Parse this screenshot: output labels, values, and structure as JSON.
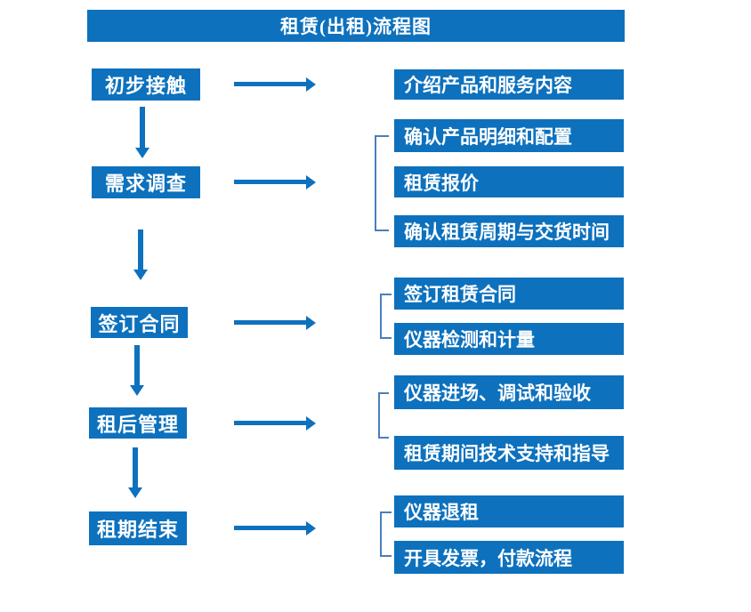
{
  "title": "租赁(出租)流程图",
  "colors": {
    "primary": "#0d71bd",
    "bracket": "#4a7ebc",
    "background": "#ffffff",
    "box_text": "#ffffff"
  },
  "stages": [
    {
      "label": "初步接触",
      "outputs": [
        "介绍产品和服务内容"
      ]
    },
    {
      "label": "需求调查",
      "outputs": [
        "确认产品明细和配置",
        "租赁报价",
        "确认租赁周期与交货时间"
      ]
    },
    {
      "label": "签订合同",
      "outputs": [
        "签订租赁合同",
        "仪器检测和计量"
      ]
    },
    {
      "label": "租后管理",
      "outputs": [
        "仪器进场、调试和验收",
        "租赁期间技术支持和指导"
      ]
    },
    {
      "label": "租期结束",
      "outputs": [
        "仪器退租",
        "开具发票，付款流程"
      ]
    }
  ]
}
